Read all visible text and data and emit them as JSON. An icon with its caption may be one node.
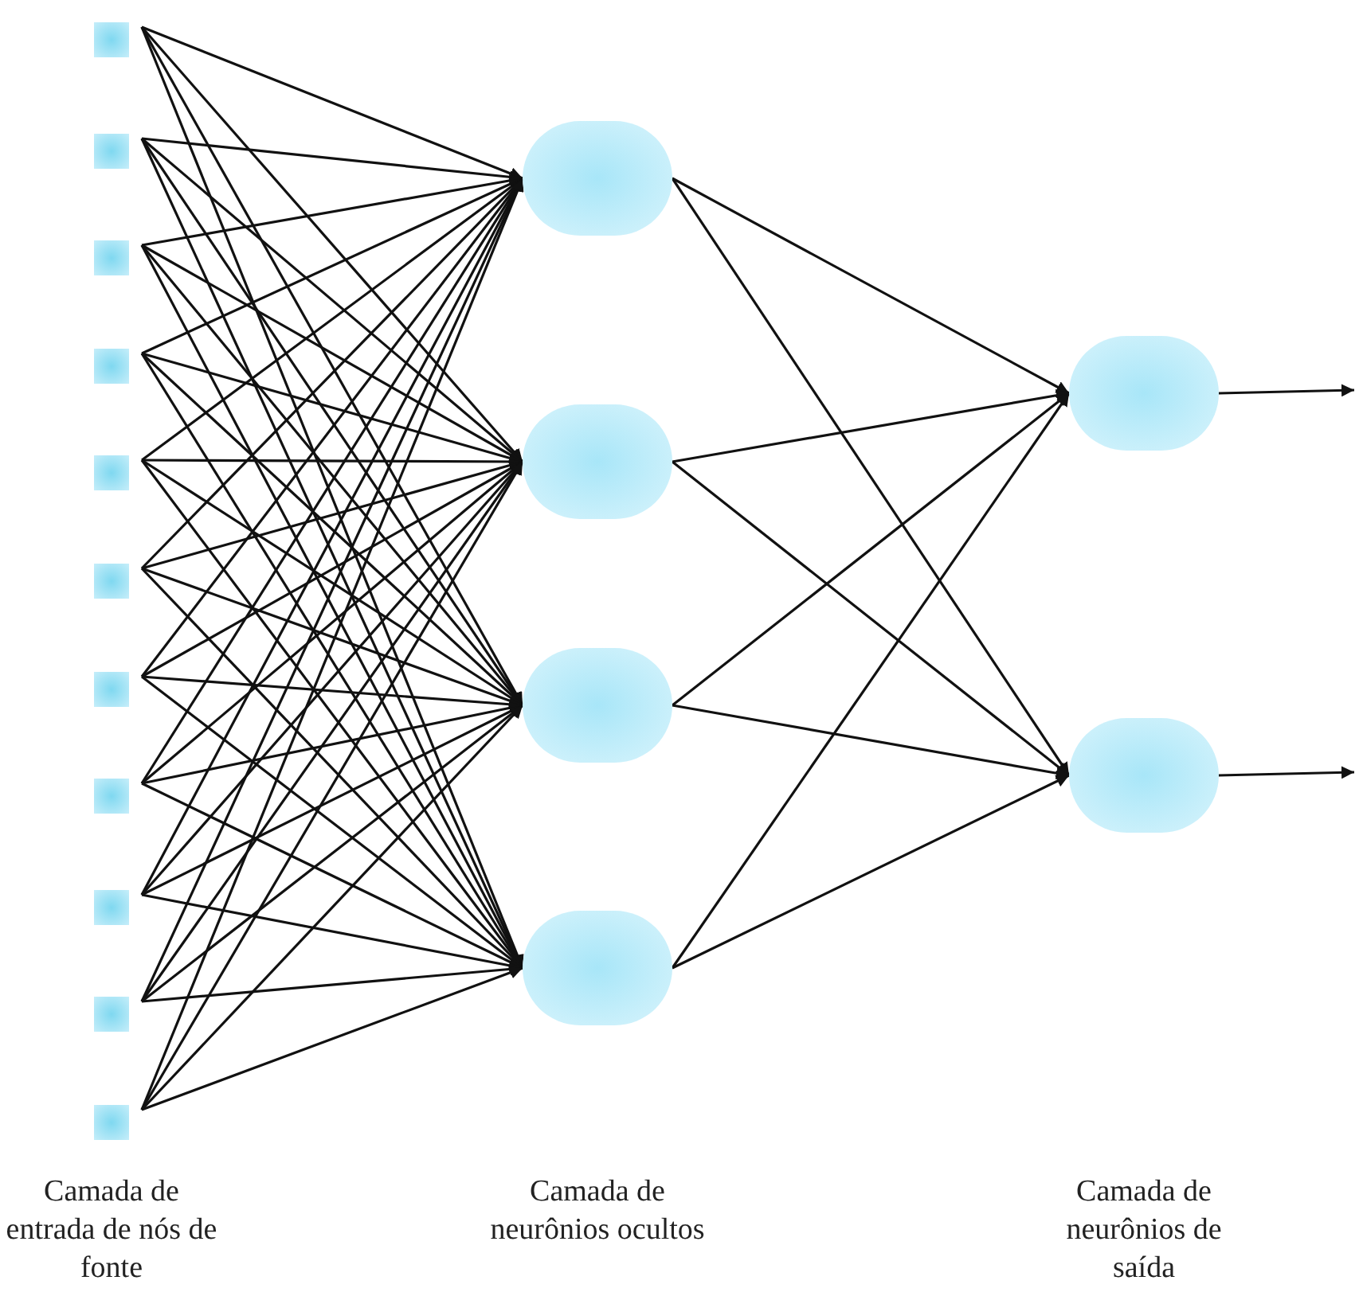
{
  "diagram": {
    "nodes": [
      {
        "text": [],
        "shape": "box"
      },
      {
        "text": [],
        "shape": "box"
      },
      {
        "text": [],
        "shape": "box"
      },
      {
        "text": [],
        "shape": "box"
      },
      {
        "text": [],
        "shape": "box"
      },
      {
        "text": [],
        "shape": "box"
      },
      {
        "text": [],
        "shape": "box"
      },
      {
        "text": [],
        "shape": "box"
      },
      {
        "text": [],
        "shape": "box"
      },
      {
        "text": [],
        "shape": "box"
      },
      {
        "text": [],
        "shape": "box"
      },
      {
        "text": [],
        "shape": "circle"
      },
      {
        "text": [],
        "shape": "circle"
      },
      {
        "text": [],
        "shape": "circle"
      },
      {
        "text": [],
        "shape": "circle"
      },
      {
        "text": [],
        "shape": "circle"
      },
      {
        "text": [],
        "shape": "circle"
      }
    ],
    "edges": [
      {
        "from": 0,
        "to": 11,
        "arrow": "to"
      },
      {
        "from": 0,
        "to": 12,
        "arrow": "to"
      },
      {
        "from": 0,
        "to": 13,
        "arrow": "to"
      },
      {
        "from": 0,
        "to": 14,
        "arrow": "to"
      },
      {
        "from": 1,
        "to": 11,
        "arrow": "to"
      },
      {
        "from": 1,
        "to": 12,
        "arrow": "to"
      },
      {
        "from": 1,
        "to": 13,
        "arrow": "to"
      },
      {
        "from": 1,
        "to": 14,
        "arrow": "to"
      },
      {
        "from": 2,
        "to": 11,
        "arrow": "to"
      },
      {
        "from": 2,
        "to": 12,
        "arrow": "to"
      },
      {
        "from": 2,
        "to": 13,
        "arrow": "to"
      },
      {
        "from": 2,
        "to": 14,
        "arrow": "to"
      },
      {
        "from": 3,
        "to": 11,
        "arrow": "to"
      },
      {
        "from": 3,
        "to": 12,
        "arrow": "to"
      },
      {
        "from": 3,
        "to": 13,
        "arrow": "to"
      },
      {
        "from": 3,
        "to": 14,
        "arrow": "to"
      },
      {
        "from": 4,
        "to": 11,
        "arrow": "to"
      },
      {
        "from": 4,
        "to": 12,
        "arrow": "to"
      },
      {
        "from": 4,
        "to": 13,
        "arrow": "to"
      },
      {
        "from": 4,
        "to": 14,
        "arrow": "to"
      },
      {
        "from": 5,
        "to": 11,
        "arrow": "to"
      },
      {
        "from": 5,
        "to": 12,
        "arrow": "to"
      },
      {
        "from": 5,
        "to": 13,
        "arrow": "to"
      },
      {
        "from": 5,
        "to": 14,
        "arrow": "to"
      },
      {
        "from": 6,
        "to": 11,
        "arrow": "to"
      },
      {
        "from": 6,
        "to": 12,
        "arrow": "to"
      },
      {
        "from": 6,
        "to": 13,
        "arrow": "to"
      },
      {
        "from": 6,
        "to": 14,
        "arrow": "to"
      },
      {
        "from": 7,
        "to": 11,
        "arrow": "to"
      },
      {
        "from": 7,
        "to": 12,
        "arrow": "to"
      },
      {
        "from": 7,
        "to": 13,
        "arrow": "to"
      },
      {
        "from": 7,
        "to": 14,
        "arrow": "to"
      },
      {
        "from": 8,
        "to": 11,
        "arrow": "to"
      },
      {
        "from": 8,
        "to": 12,
        "arrow": "to"
      },
      {
        "from": 8,
        "to": 13,
        "arrow": "to"
      },
      {
        "from": 8,
        "to": 14,
        "arrow": "to"
      },
      {
        "from": 9,
        "to": 11,
        "arrow": "to"
      },
      {
        "from": 9,
        "to": 12,
        "arrow": "to"
      },
      {
        "from": 9,
        "to": 13,
        "arrow": "to"
      },
      {
        "from": 9,
        "to": 14,
        "arrow": "to"
      },
      {
        "from": 10,
        "to": 11,
        "arrow": "to"
      },
      {
        "from": 10,
        "to": 12,
        "arrow": "to"
      },
      {
        "from": 10,
        "to": 13,
        "arrow": "to"
      },
      {
        "from": 10,
        "to": 14,
        "arrow": "to"
      },
      {
        "from": 11,
        "to": 15,
        "arrow": "to"
      },
      {
        "from": 11,
        "to": 16,
        "arrow": "to"
      },
      {
        "from": 12,
        "to": 15,
        "arrow": "to"
      },
      {
        "from": 12,
        "to": 16,
        "arrow": "to"
      },
      {
        "from": 13,
        "to": 15,
        "arrow": "to"
      },
      {
        "from": 13,
        "to": 16,
        "arrow": "to"
      },
      {
        "from": 14,
        "to": 15,
        "arrow": "to"
      },
      {
        "from": 14,
        "to": 16,
        "arrow": "to"
      },
      {
        "from": 15,
        "to": null,
        "arrow": "to"
      },
      {
        "from": 16,
        "to": null,
        "arrow": "to"
      }
    ],
    "labels": [
      "Camada de entrada de nós de fonte",
      "Camada de neurônios ocultos",
      "Camada de neurônios de saída"
    ]
  }
}
